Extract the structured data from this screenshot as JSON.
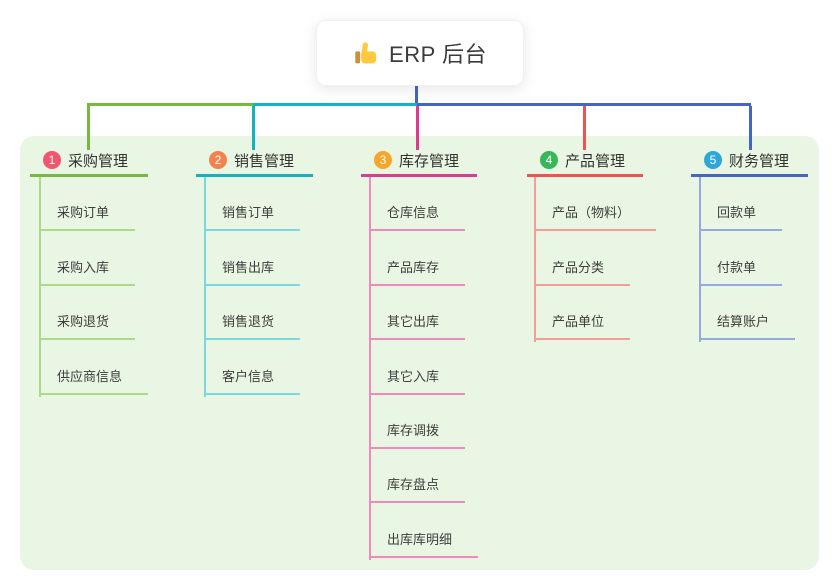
{
  "root": {
    "label": "ERP 后台",
    "icon": "thumbs-up-icon"
  },
  "panel_background": "#E8F6E3",
  "connector_color_root": "#4565C4",
  "branches": [
    {
      "index": "1",
      "label": "采购管理",
      "badge_color": "#F2566B",
      "line_color": "#74BA3E",
      "child_line_color": "#ABDA8B",
      "children": [
        "采购订单",
        "采购入库",
        "采购退货",
        "供应商信息"
      ]
    },
    {
      "index": "2",
      "label": "销售管理",
      "badge_color": "#F5824E",
      "line_color": "#14B2C1",
      "child_line_color": "#7CD8DF",
      "children": [
        "销售订单",
        "销售出库",
        "销售退货",
        "客户信息"
      ]
    },
    {
      "index": "3",
      "label": "库存管理",
      "badge_color": "#F7A62C",
      "line_color": "#DE3A90",
      "child_line_color": "#F08ABE",
      "children": [
        "仓库信息",
        "产品库存",
        "其它出库",
        "其它入库",
        "库存调拨",
        "库存盘点",
        "出库库明细"
      ]
    },
    {
      "index": "4",
      "label": "产品管理",
      "badge_color": "#38B75A",
      "line_color": "#EF5350",
      "child_line_color": "#F59D98",
      "children": [
        "产品（物料）",
        "产品分类",
        "产品单位"
      ]
    },
    {
      "index": "5",
      "label": "财务管理",
      "badge_color": "#2CA6DB",
      "line_color": "#4565C4",
      "child_line_color": "#95A8E0",
      "children": [
        "回款单",
        "付款单",
        "结算账户"
      ]
    }
  ]
}
